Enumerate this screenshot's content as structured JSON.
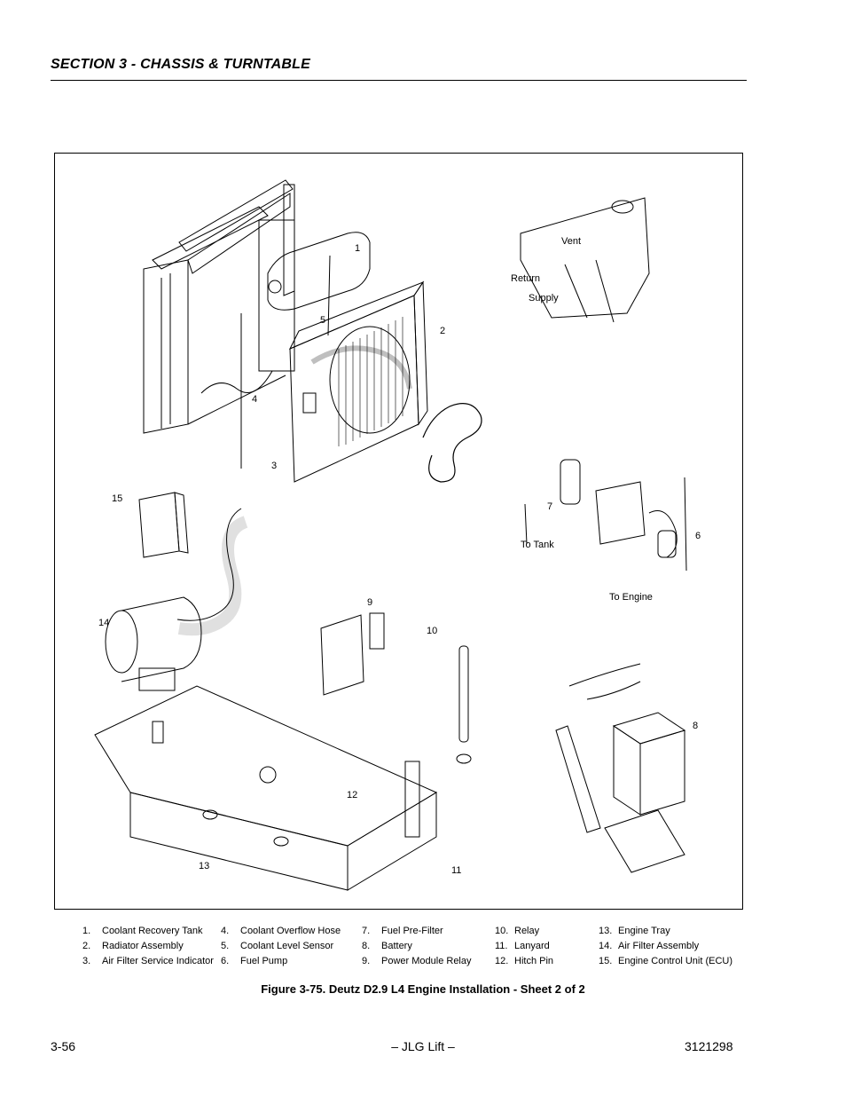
{
  "header": {
    "section_title": "SECTION 3 - CHASSIS & TURNTABLE"
  },
  "figure": {
    "callouts": [
      "1",
      "2",
      "3",
      "4",
      "5",
      "6",
      "7",
      "8",
      "9",
      "10",
      "11",
      "12",
      "13",
      "14",
      "15"
    ],
    "notes": {
      "vent": "Vent",
      "return": "Return",
      "supply": "Supply",
      "to_tank": "To Tank",
      "to_engine": "To Engine"
    }
  },
  "legend": {
    "col1": [
      {
        "num": "1.",
        "text": "Coolant Recovery Tank"
      },
      {
        "num": "2.",
        "text": "Radiator Assembly"
      },
      {
        "num": "3.",
        "text": "Air Filter Service Indicator"
      }
    ],
    "col2": [
      {
        "num": "4.",
        "text": "Coolant Overflow Hose"
      },
      {
        "num": "5.",
        "text": "Coolant Level Sensor"
      },
      {
        "num": "6.",
        "text": "Fuel Pump"
      }
    ],
    "col3": [
      {
        "num": "7.",
        "text": "Fuel Pre-Filter"
      },
      {
        "num": "8.",
        "text": "Battery"
      },
      {
        "num": "9.",
        "text": "Power Module Relay"
      }
    ],
    "col4": [
      {
        "num": "10.",
        "text": "Relay"
      },
      {
        "num": "11.",
        "text": "Lanyard"
      },
      {
        "num": "12.",
        "text": "Hitch Pin"
      }
    ],
    "col5": [
      {
        "num": "13.",
        "text": "Engine Tray"
      },
      {
        "num": "14.",
        "text": "Air Filter Assembly"
      },
      {
        "num": "15.",
        "text": "Engine Control Unit (ECU)"
      }
    ]
  },
  "caption": "Figure 3-75.  Deutz D2.9 L4 Engine Installation - Sheet 2 of 2",
  "footer": {
    "page_number": "3-56",
    "center": "– JLG Lift –",
    "doc_number": "3121298"
  }
}
